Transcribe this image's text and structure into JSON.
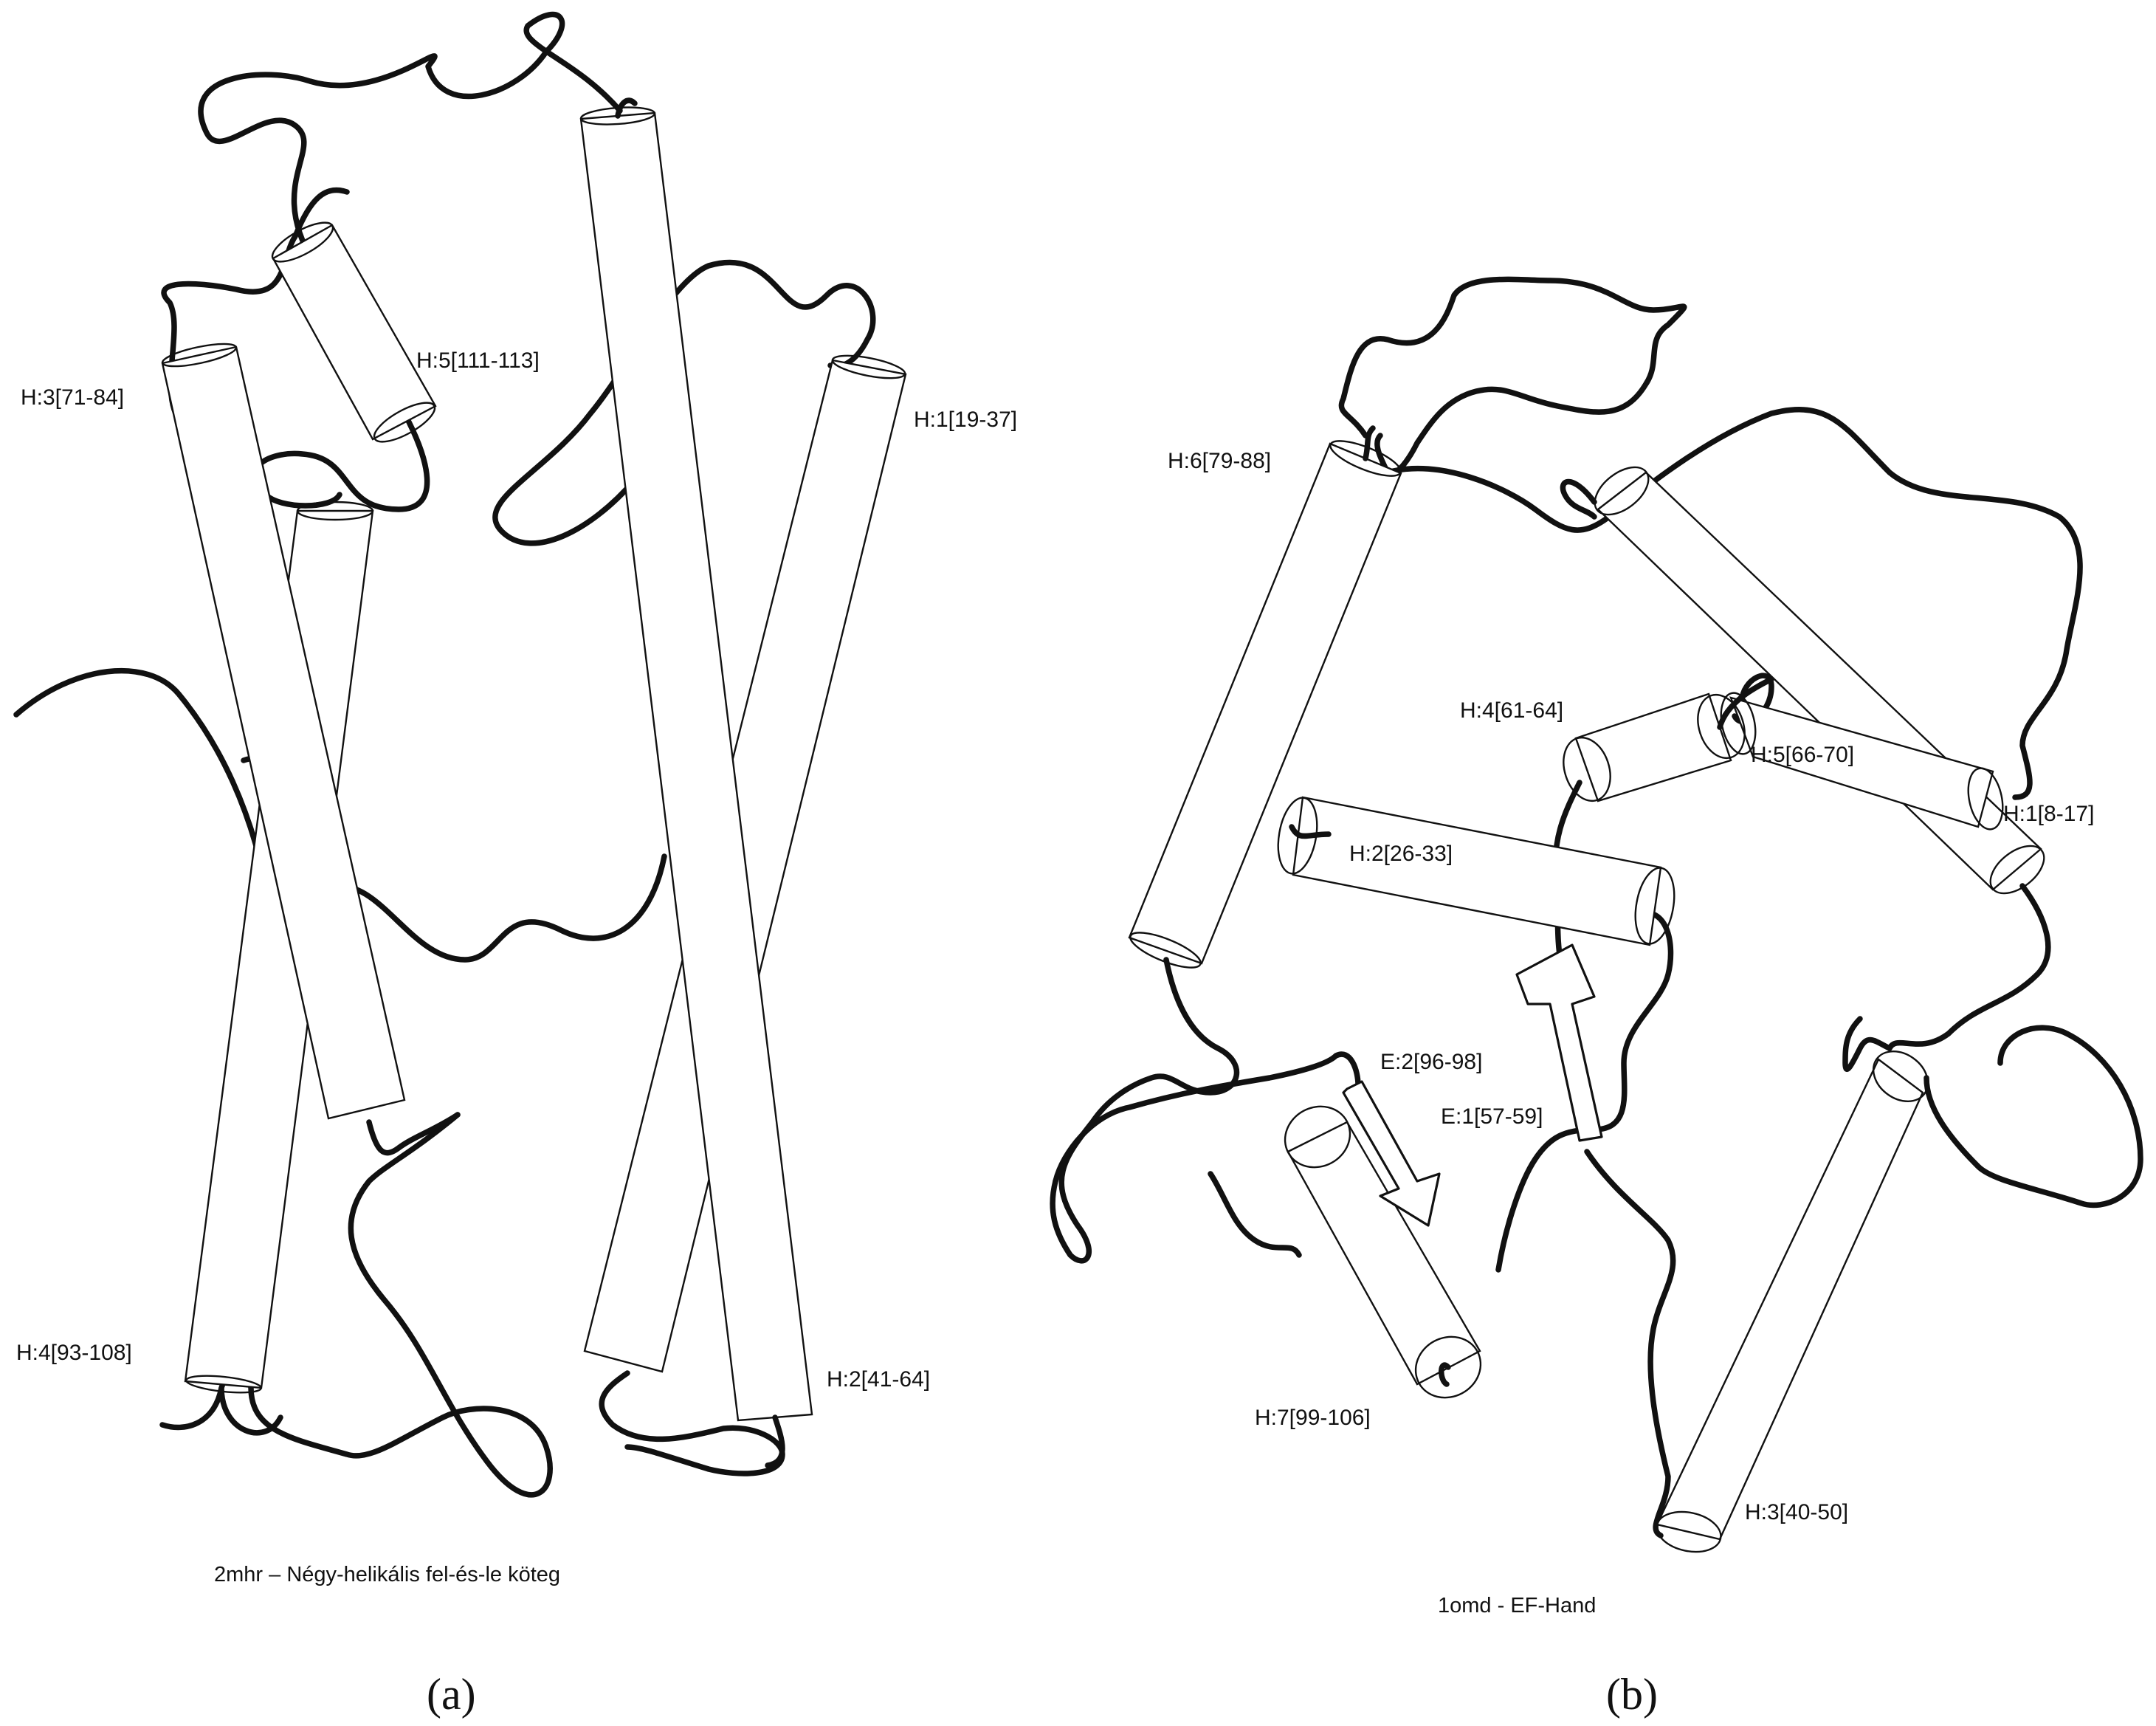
{
  "panels": [
    {
      "caption": "2mhr – Négy-helikális fel-és-le köteg",
      "letter": "(a)",
      "labels": {
        "h1": "H:1[19-37]",
        "h2": "H:2[41-64]",
        "h3": "H:3[71-84]",
        "h4": "H:4[93-108]",
        "h5": "H:5[111-113]"
      }
    },
    {
      "caption": "1omd - EF-Hand",
      "letter": "(b)",
      "labels": {
        "h1": "H:1[8-17]",
        "h2": "H:2[26-33]",
        "h3": "H:3[40-50]",
        "h4": "H:4[61-64]",
        "h5": "H:5[66-70]",
        "h6": "H:6[79-88]",
        "h7": "H:7[99-106]",
        "e1": "E:1[57-59]",
        "e2": "E:2[96-98]"
      }
    }
  ]
}
